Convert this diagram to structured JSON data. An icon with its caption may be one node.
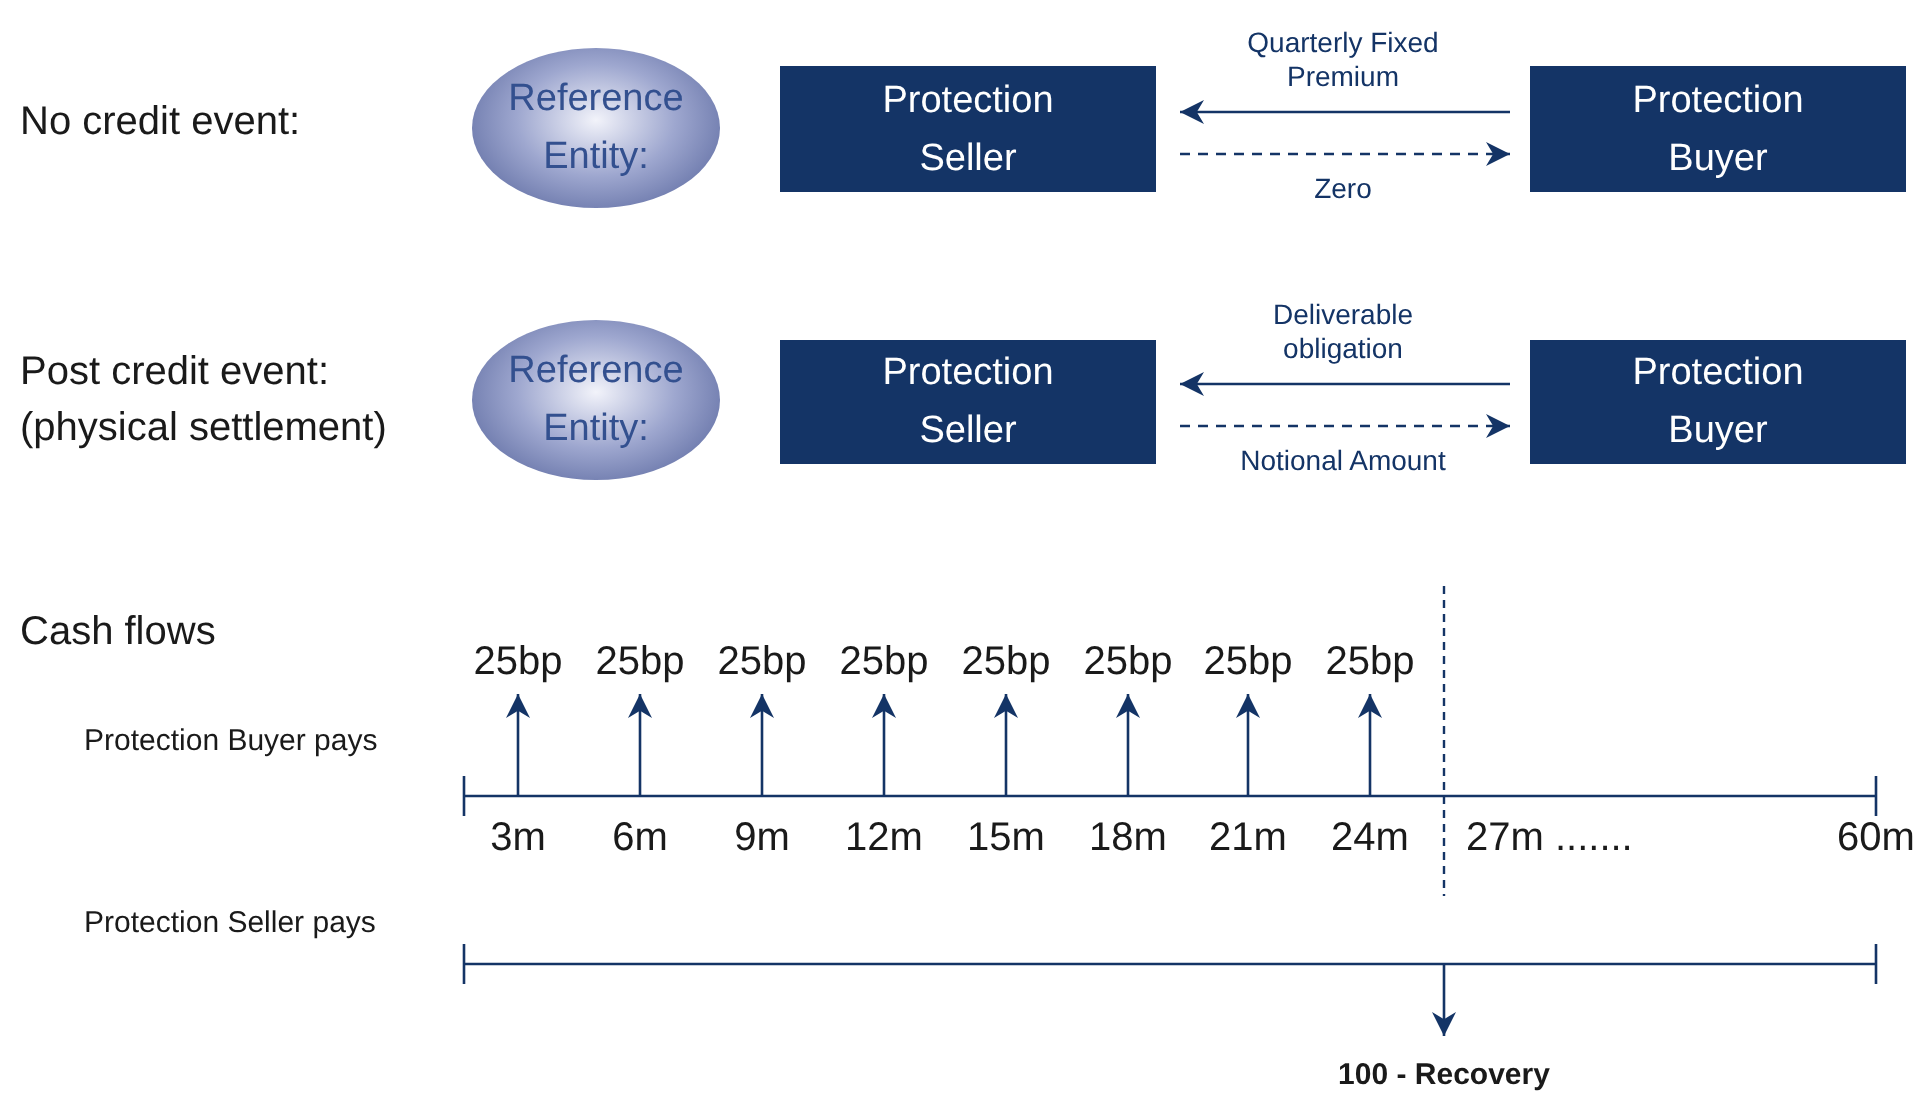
{
  "diagram": {
    "nodes": [
      {
        "text": [
          "Reference Entity:"
        ]
      },
      {
        "text": [
          "Protection Seller"
        ]
      },
      {
        "text": [
          "Protection Buyer"
        ]
      },
      {
        "text": [
          "Reference Entity:"
        ]
      },
      {
        "text": [
          "Protection Seller"
        ]
      },
      {
        "text": [
          "Protection Buyer"
        ]
      }
    ],
    "edges": [
      {
        "from": 2,
        "to": 1,
        "arrow": "to",
        "label": "Quarterly Fixed Premium"
      },
      {
        "from": 1,
        "to": 2,
        "arrow": "to",
        "label": "Zero",
        "style": "dashed"
      },
      {
        "from": 5,
        "to": 4,
        "arrow": "to",
        "label": "Deliverable obligation"
      },
      {
        "from": 4,
        "to": 5,
        "arrow": "to",
        "label": "Notional Amount",
        "style": "dashed"
      }
    ],
    "labels": [
      "No credit event:",
      "Post credit event:",
      "(physical settlement)",
      "Cash flows",
      "25bp",
      "25bp",
      "25bp",
      "25bp",
      "25bp",
      "25bp",
      "25bp",
      "25bp",
      "Protection Buyer pays",
      "3m",
      "6m",
      "9m",
      "12m",
      "15m",
      "18m",
      "21m",
      "24m",
      "27m .......",
      "60m",
      "Protection Seller pays",
      "100 - Recovery"
    ]
  }
}
